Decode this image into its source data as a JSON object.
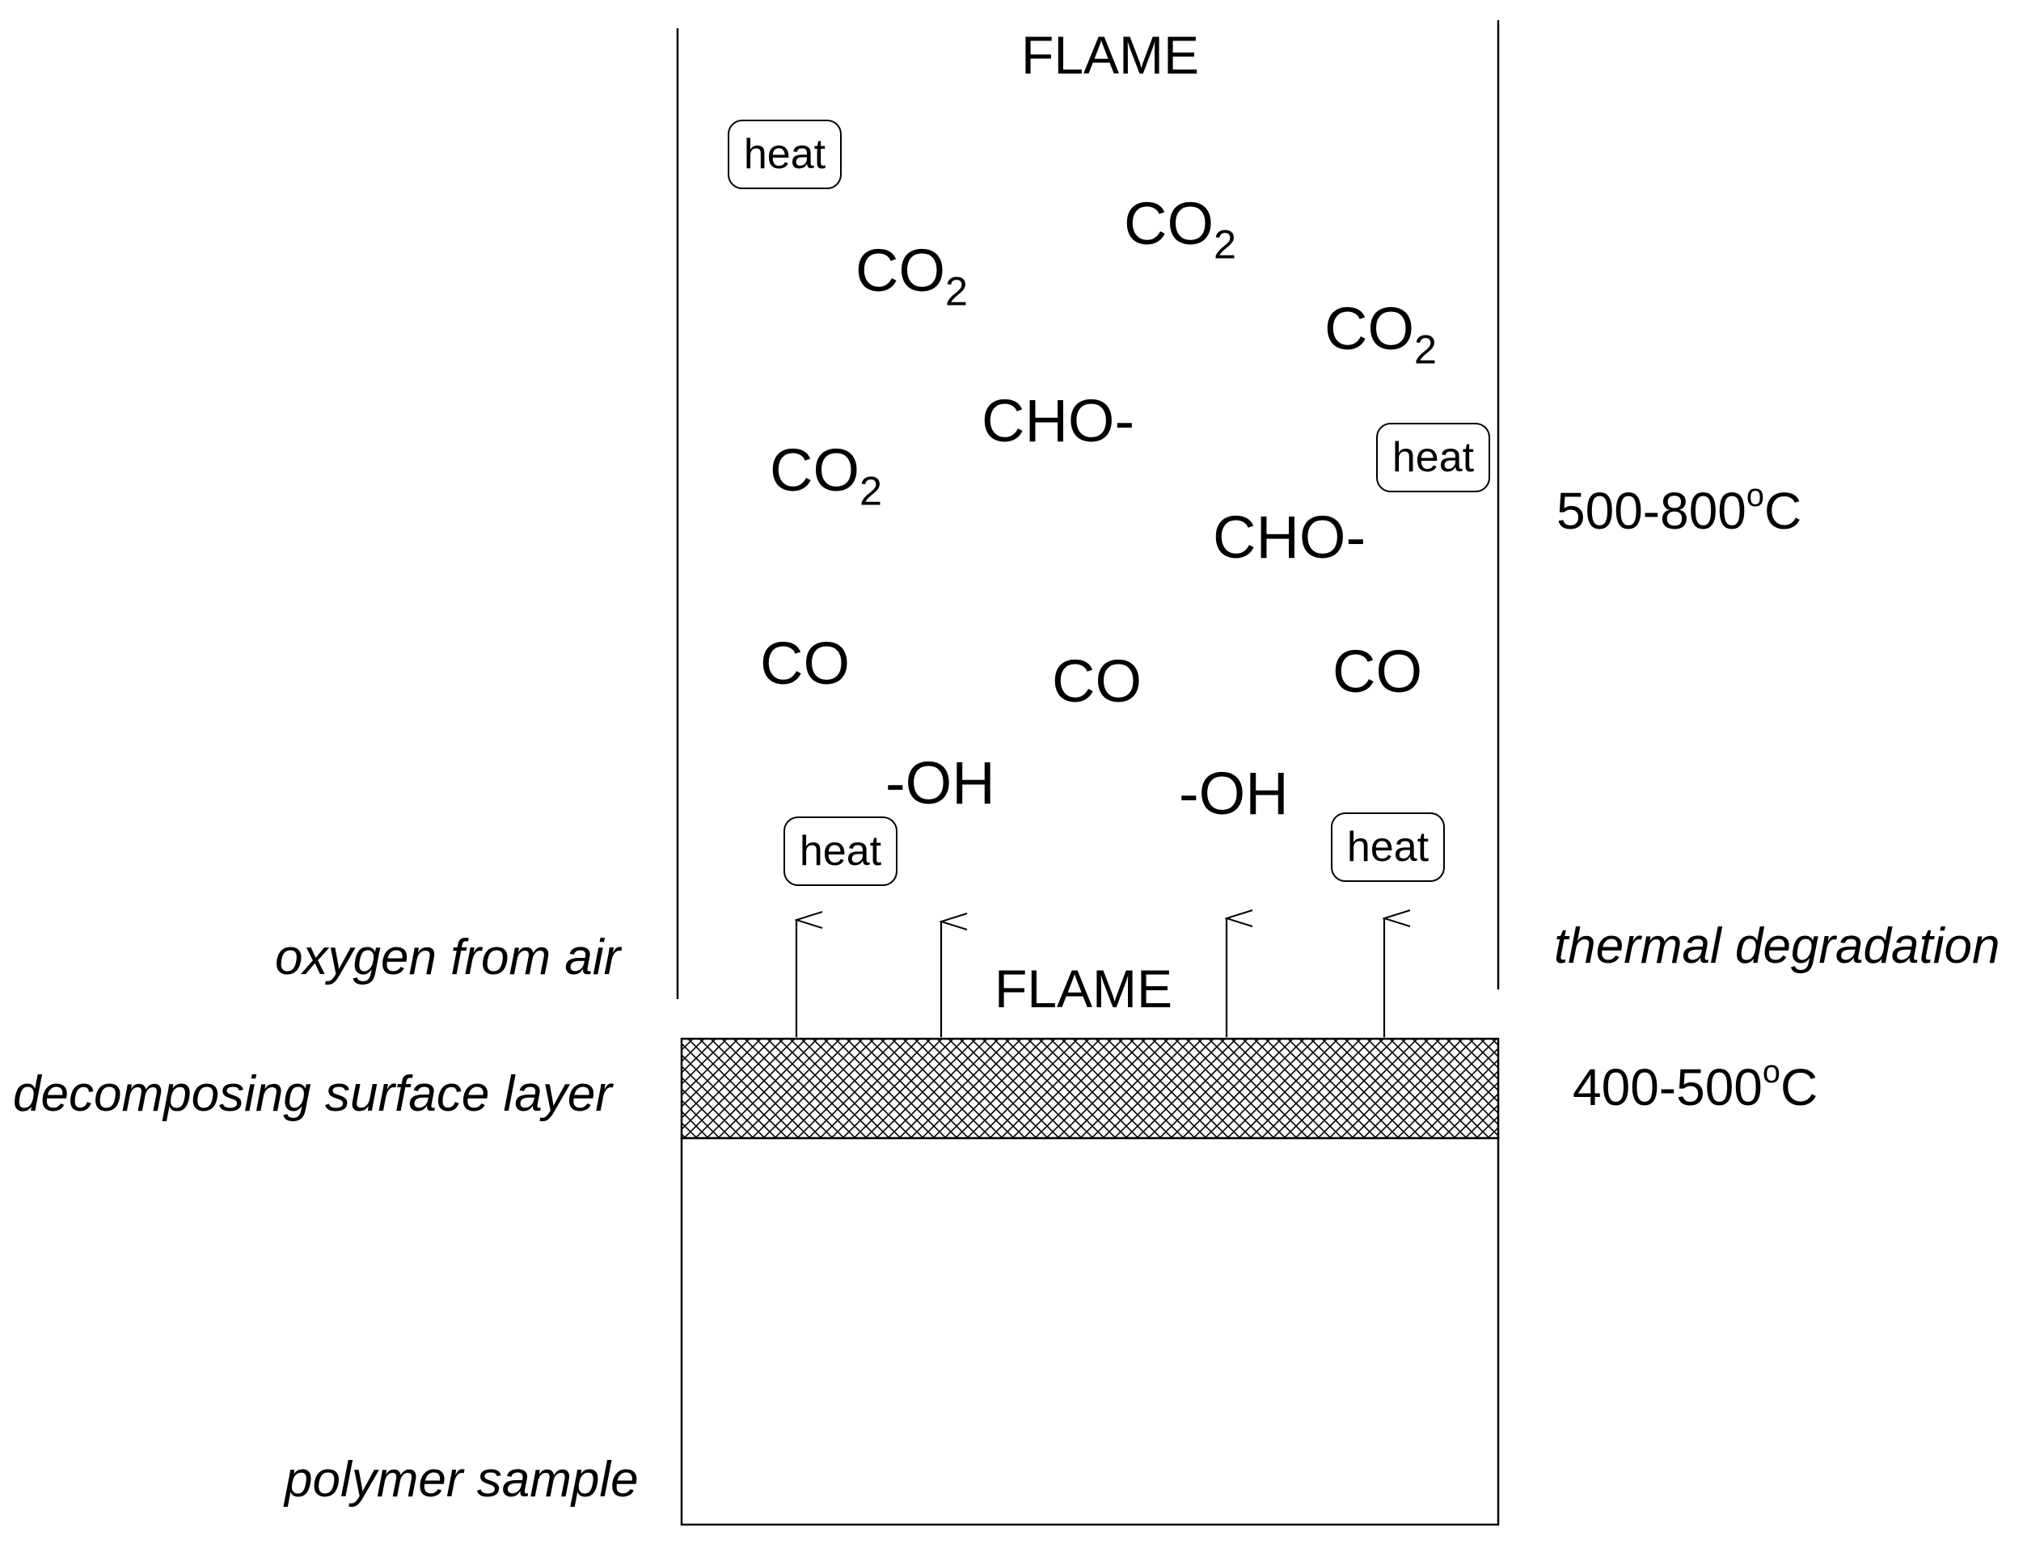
{
  "flame_top_label": "FLAME",
  "flame_bottom_label": "FLAME",
  "heat_label": "heat",
  "species": {
    "co2_base": "CO",
    "co2_sub": "2",
    "co": "CO",
    "cho": "CHO-",
    "oh": "-OH"
  },
  "temperatures": {
    "upper_value": "500-800",
    "upper_degree": "o",
    "upper_unit": "C",
    "lower_value": "400-500",
    "lower_degree": "o",
    "lower_unit": "C"
  },
  "left_labels": {
    "oxygen": "oxygen from air",
    "surface_layer": "decomposing surface layer",
    "polymer": "polymer sample"
  },
  "right_labels": {
    "degradation": "thermal degradation"
  },
  "colors": {
    "ink": "#000000",
    "background": "#ffffff",
    "hatch": "#000000"
  }
}
